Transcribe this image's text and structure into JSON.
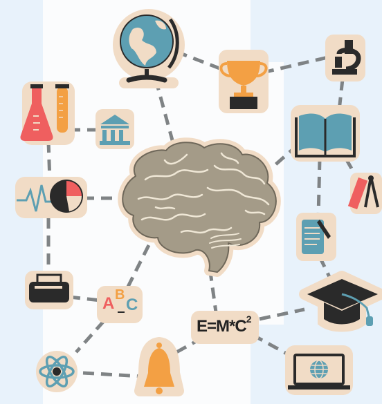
{
  "labels": {
    "formula_base": "E=M*C",
    "formula_exp": "2",
    "abc_a": "A",
    "abc_b": "B",
    "abc_c": "C"
  },
  "colors": {
    "background": "#e8f2fb",
    "panel": "#fbfcfd",
    "sticker": "#f1dcc6",
    "connector": "#7f8385",
    "teal": "#5d9fb2",
    "coral": "#ef5f5f",
    "orange": "#f3a044",
    "dark": "#2a2a2a",
    "brain": "#a49b88"
  },
  "icons": [
    "globe-icon",
    "trophy-icon",
    "microscope-icon",
    "flask-tube-icon",
    "museum-icon",
    "book-icon",
    "chart-pulse-icon",
    "drafting-tools-icon",
    "notepad-icon",
    "printer-icon",
    "abc-icon",
    "graduation-cap-icon",
    "formula-icon",
    "atom-icon",
    "bell-icon",
    "laptop-icon",
    "brain-icon"
  ]
}
